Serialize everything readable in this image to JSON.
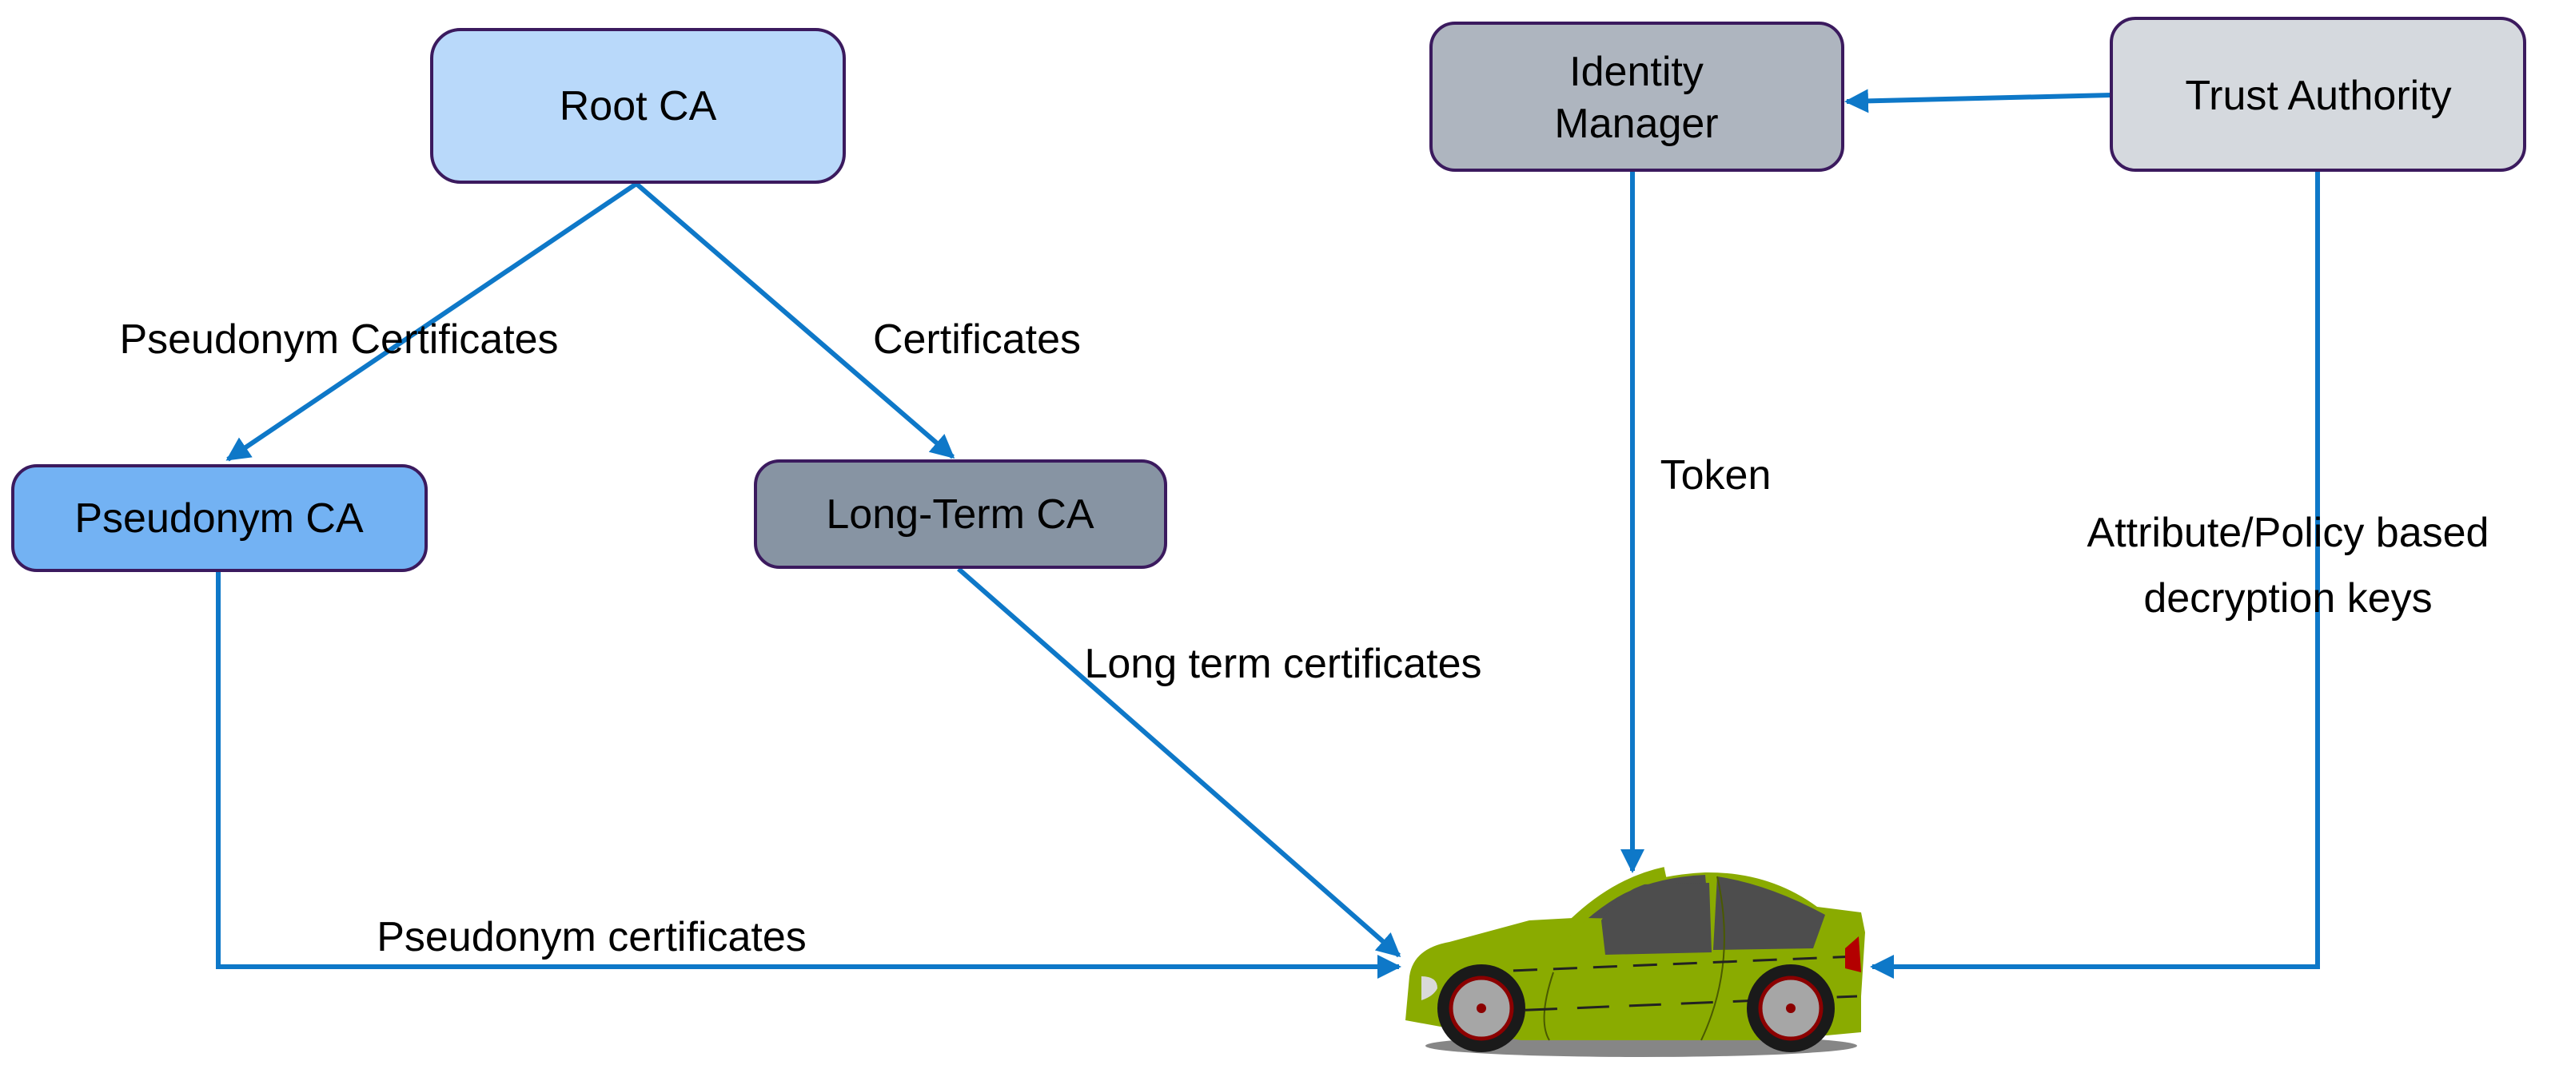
{
  "nodes": {
    "root_ca": {
      "label": "Root CA",
      "color": "#b9d9fa"
    },
    "pseudonym_ca": {
      "label": "Pseudonym CA",
      "color": "#73b2f3"
    },
    "long_term_ca": {
      "label": "Long-Term CA",
      "color": "#8794a3"
    },
    "identity_manager": {
      "label_line1": "Identity",
      "label_line2": "Manager",
      "color": "#aeb5bf"
    },
    "trust_authority": {
      "label": "Trust Authority",
      "color": "#d5d9de"
    },
    "vehicle": {
      "icon": "car-icon",
      "color": "#8aab00"
    }
  },
  "edges": {
    "root_to_pseudonym": "Pseudonym Certificates",
    "root_to_longterm": "Certificates",
    "longterm_to_vehicle": "Long term certificates",
    "pseudonym_to_vehicle": "Pseudonym certificates",
    "identity_to_vehicle": "Token",
    "trust_to_vehicle_line1": "Attribute/Policy based",
    "trust_to_vehicle_line2": "decryption keys"
  },
  "colors": {
    "arrow": "#0e78c8",
    "border": "#3b1a5e"
  }
}
